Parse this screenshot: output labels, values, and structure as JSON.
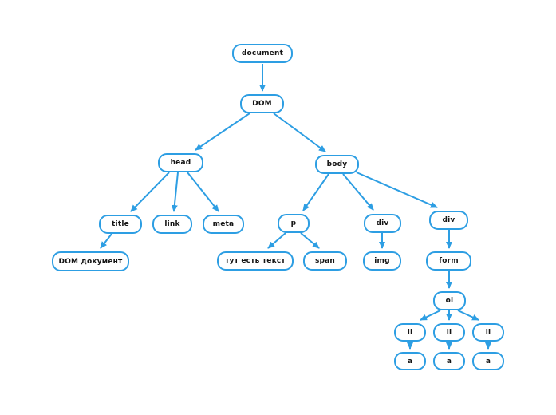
{
  "diagram": {
    "description": "DOM tree diagram",
    "accent_color": "#2d9ee3",
    "background_color": "#ffffff",
    "nodes": [
      {
        "id": "document",
        "label": "document"
      },
      {
        "id": "dom",
        "label": "DOM"
      },
      {
        "id": "head",
        "label": "head"
      },
      {
        "id": "body",
        "label": "body"
      },
      {
        "id": "title",
        "label": "title"
      },
      {
        "id": "link",
        "label": "link"
      },
      {
        "id": "meta",
        "label": "meta"
      },
      {
        "id": "dom-document-text",
        "label": "DOM документ"
      },
      {
        "id": "p",
        "label": "p"
      },
      {
        "id": "text-node",
        "label": "тут есть текст"
      },
      {
        "id": "span",
        "label": "span"
      },
      {
        "id": "div-1",
        "label": "div"
      },
      {
        "id": "img",
        "label": "img"
      },
      {
        "id": "div-2",
        "label": "div"
      },
      {
        "id": "form",
        "label": "form"
      },
      {
        "id": "ol",
        "label": "ol"
      },
      {
        "id": "li-1",
        "label": "li"
      },
      {
        "id": "li-2",
        "label": "li"
      },
      {
        "id": "li-3",
        "label": "li"
      },
      {
        "id": "a-1",
        "label": "a"
      },
      {
        "id": "a-2",
        "label": "a"
      },
      {
        "id": "a-3",
        "label": "a"
      }
    ],
    "edges": [
      {
        "from": "document",
        "to": "dom"
      },
      {
        "from": "dom",
        "to": "head"
      },
      {
        "from": "dom",
        "to": "body"
      },
      {
        "from": "head",
        "to": "title"
      },
      {
        "from": "head",
        "to": "link"
      },
      {
        "from": "head",
        "to": "meta"
      },
      {
        "from": "title",
        "to": "dom-document-text"
      },
      {
        "from": "body",
        "to": "p"
      },
      {
        "from": "body",
        "to": "div-1"
      },
      {
        "from": "body",
        "to": "div-2"
      },
      {
        "from": "p",
        "to": "text-node"
      },
      {
        "from": "p",
        "to": "span"
      },
      {
        "from": "div-1",
        "to": "img"
      },
      {
        "from": "div-2",
        "to": "form"
      },
      {
        "from": "form",
        "to": "ol"
      },
      {
        "from": "ol",
        "to": "li-1"
      },
      {
        "from": "ol",
        "to": "li-2"
      },
      {
        "from": "ol",
        "to": "li-3"
      },
      {
        "from": "li-1",
        "to": "a-1"
      },
      {
        "from": "li-2",
        "to": "a-2"
      },
      {
        "from": "li-3",
        "to": "a-3"
      }
    ]
  }
}
